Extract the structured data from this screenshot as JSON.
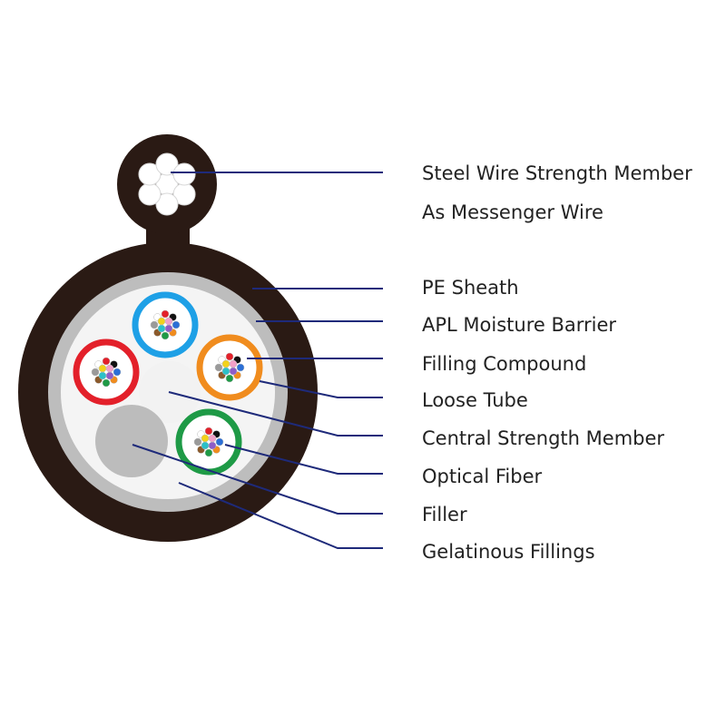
{
  "labels": {
    "steel_wire_line1": "Steel Wire Strength Member",
    "steel_wire_line2": "As Messenger Wire",
    "pe_sheath": "PE Sheath",
    "apl_barrier": "APL Moisture Barrier",
    "filling_compound": "Filling Compound",
    "loose_tube": "Loose Tube",
    "central_member": "Central Strength Member",
    "optical_fiber": "Optical Fiber",
    "filler": "Filler",
    "gelatinous": "Gelatinous Fillings"
  },
  "colors": {
    "sheath": "#2a1a14",
    "barrier": "#bdbdbd",
    "core": "#f4f4f4",
    "leader_line": "#1e2a7a",
    "tube_blue": "#1ea0e6",
    "tube_orange": "#f08c1e",
    "tube_red": "#e3202a",
    "tube_green": "#1e9a46",
    "filler": "#bcbcbc",
    "central_member": "#f2f2f2",
    "steel_wire": "#ffffff"
  },
  "fiber_colors": [
    "#2b6fd6",
    "#f08c1e",
    "#1e9a46",
    "#8b5a2b",
    "#9a9a9a",
    "#ffffff",
    "#e3202a",
    "#111111",
    "#f2d21a",
    "#8e5cc8",
    "#f2a0c8",
    "#2bc0c8"
  ]
}
